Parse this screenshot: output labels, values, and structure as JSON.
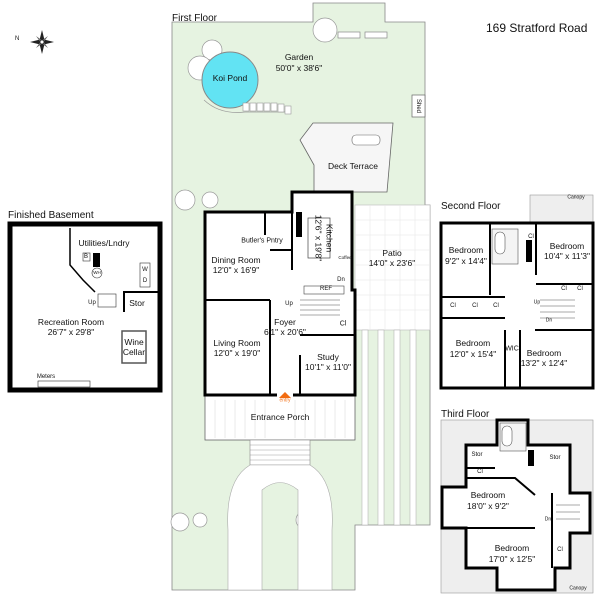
{
  "address": "169 Stratford Road",
  "compass_label": "N",
  "colors": {
    "garden": "#e6f3e1",
    "pond": "#62e3f3",
    "wall": "#000000",
    "entry_arrow": "#f26b10",
    "canopy": "#eeeeee"
  },
  "first_floor": {
    "title": "First Floor",
    "rooms": {
      "garden": {
        "name": "Garden",
        "dims": "50'0\" x 38'6\""
      },
      "pond": {
        "name": "Koi Pond"
      },
      "shed": {
        "name": "Shed"
      },
      "deck": {
        "name": "Deck Terrace"
      },
      "kitchen": {
        "name": "Kitchen",
        "dims": "12'6\" x 19'8\""
      },
      "pantry": {
        "name": "Butler's Pntry"
      },
      "dining": {
        "name": "Dining Room",
        "dims": "12'0\" x 16'9\""
      },
      "patio": {
        "name": "Patio",
        "dims": "14'0\" x 23'6\""
      },
      "foyer": {
        "name": "Foyer",
        "dims": "6'1\" x 20'6\""
      },
      "living": {
        "name": "Living Room",
        "dims": "12'0\" x 19'0\""
      },
      "study": {
        "name": "Study",
        "dims": "10'1\" x 11'0\""
      },
      "porch": {
        "name": "Entrance Porch"
      }
    },
    "marks": {
      "ref": "REF",
      "coffee": "Coffee",
      "up": "Up",
      "dn": "Dn",
      "cl": "Cl",
      "entry": "entry"
    }
  },
  "basement": {
    "title": "Finished Basement",
    "rooms": {
      "utilities": {
        "name": "Utilities/Lndry"
      },
      "stor": {
        "name": "Stor"
      },
      "recreation": {
        "name": "Recreation Room",
        "dims": "26'7\" x 29'8\""
      },
      "wine": {
        "name": "Wine Cellar"
      },
      "meters": {
        "name": "Meters"
      }
    },
    "marks": {
      "up": "Up",
      "w": "W",
      "d": "D",
      "b": "B",
      "wh": "WH"
    }
  },
  "second_floor": {
    "title": "Second Floor",
    "canopy": "Canopy",
    "bedrooms": [
      {
        "name": "Bedroom",
        "dims": "9'2\" x 14'4\""
      },
      {
        "name": "Bedroom",
        "dims": "10'4\" x 11'3\""
      },
      {
        "name": "Bedroom",
        "dims": "12'0\" x 15'4\""
      },
      {
        "name": "Bedroom",
        "dims": "13'2\" x 12'4\""
      }
    ],
    "wic": "WIC",
    "cl": "Cl",
    "up": "Up",
    "dn": "Dn"
  },
  "third_floor": {
    "title": "Third Floor",
    "canopy": "Canopy",
    "stor": "Stor",
    "cl": "Cl",
    "dn": "Dn",
    "bedrooms": [
      {
        "name": "Bedroom",
        "dims": "18'0\" x 9'2\""
      },
      {
        "name": "Bedroom",
        "dims": "17'0\" x 12'5\""
      }
    ]
  }
}
